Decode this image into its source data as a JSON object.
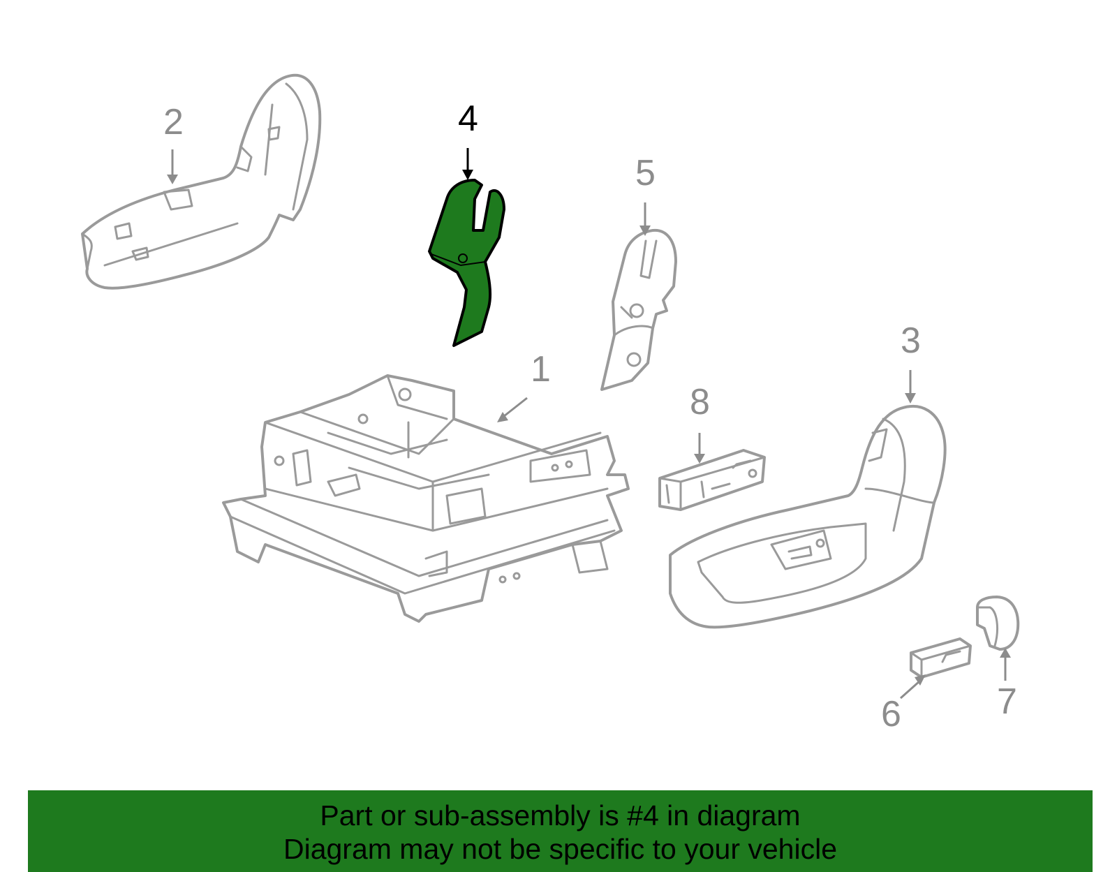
{
  "callouts": [
    {
      "label": "1"
    },
    {
      "label": "2"
    },
    {
      "label": "3"
    },
    {
      "label": "4"
    },
    {
      "label": "5"
    },
    {
      "label": "6"
    },
    {
      "label": "7"
    },
    {
      "label": "8"
    }
  ],
  "highlighted_part": "4",
  "colors": {
    "highlight_fill": "#1e7a1e",
    "banner_bg": "#1e7a1e",
    "part_outline": "#9a9a9a",
    "callout_text": "#8c8c8c"
  },
  "banner": {
    "line1": "Part or sub-assembly is #4 in diagram",
    "line2": "Diagram may not be specific to your vehicle"
  }
}
